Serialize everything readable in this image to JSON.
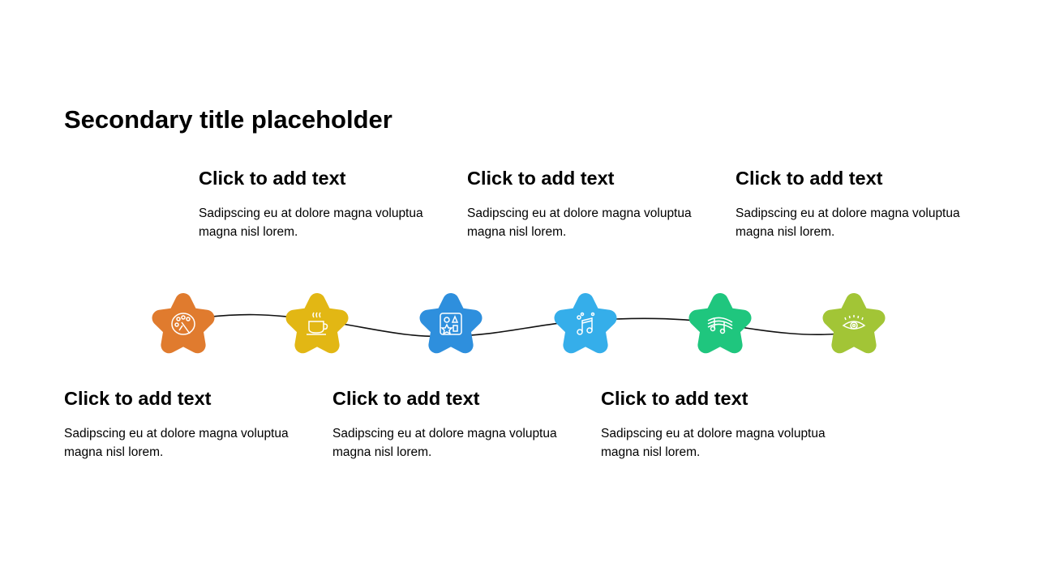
{
  "title": "Secondary title placeholder",
  "items": [
    {
      "heading": "Click to add text",
      "body": "Sadipscing eu at dolore magna voluptua magna nisl lorem.",
      "icon": "palette-icon",
      "color": "#E07B2E"
    },
    {
      "heading": "Click to add text",
      "body": "Sadipscing eu at dolore magna voluptua magna nisl lorem.",
      "icon": "coffee-cup-icon",
      "color": "#E2B714"
    },
    {
      "heading": "Click to add text",
      "body": "Sadipscing eu at dolore magna voluptua magna nisl lorem.",
      "icon": "shapes-board-icon",
      "color": "#2E8FDD"
    },
    {
      "heading": "Click to add text",
      "body": "Sadipscing eu at dolore magna voluptua magna nisl lorem.",
      "icon": "music-note-icon",
      "color": "#35AEEA"
    },
    {
      "heading": "Click to add text",
      "body": "Sadipscing eu at dolore magna voluptua magna nisl lorem.",
      "icon": "music-staff-icon",
      "color": "#1FC67E"
    },
    {
      "heading": "Click to add text",
      "body": "Sadipscing eu at dolore magna voluptua magna nisl lorem.",
      "icon": "eye-icon",
      "color": "#A2C536"
    }
  ]
}
